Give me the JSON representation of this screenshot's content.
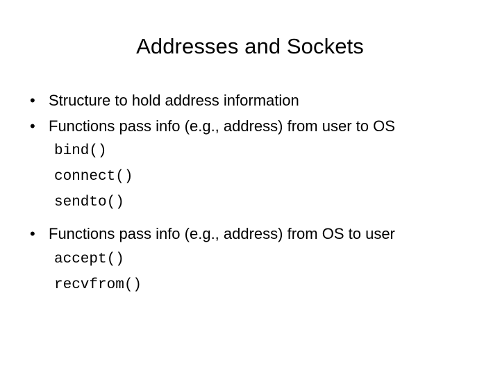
{
  "slide": {
    "title": "Addresses and Sockets",
    "background_color": "#ffffff",
    "text_color": "#000000",
    "bullet_glyph": "•",
    "bullets": [
      {
        "text": "Structure to hold address information",
        "code_lines": []
      },
      {
        "text": "Functions pass info (e.g., address) from user to OS",
        "code_lines": [
          "bind()",
          "connect()",
          "sendto()"
        ]
      },
      {
        "text": "Functions pass info (e.g., address) from OS to user",
        "code_lines": [
          "accept()",
          "recvfrom()"
        ]
      }
    ]
  }
}
